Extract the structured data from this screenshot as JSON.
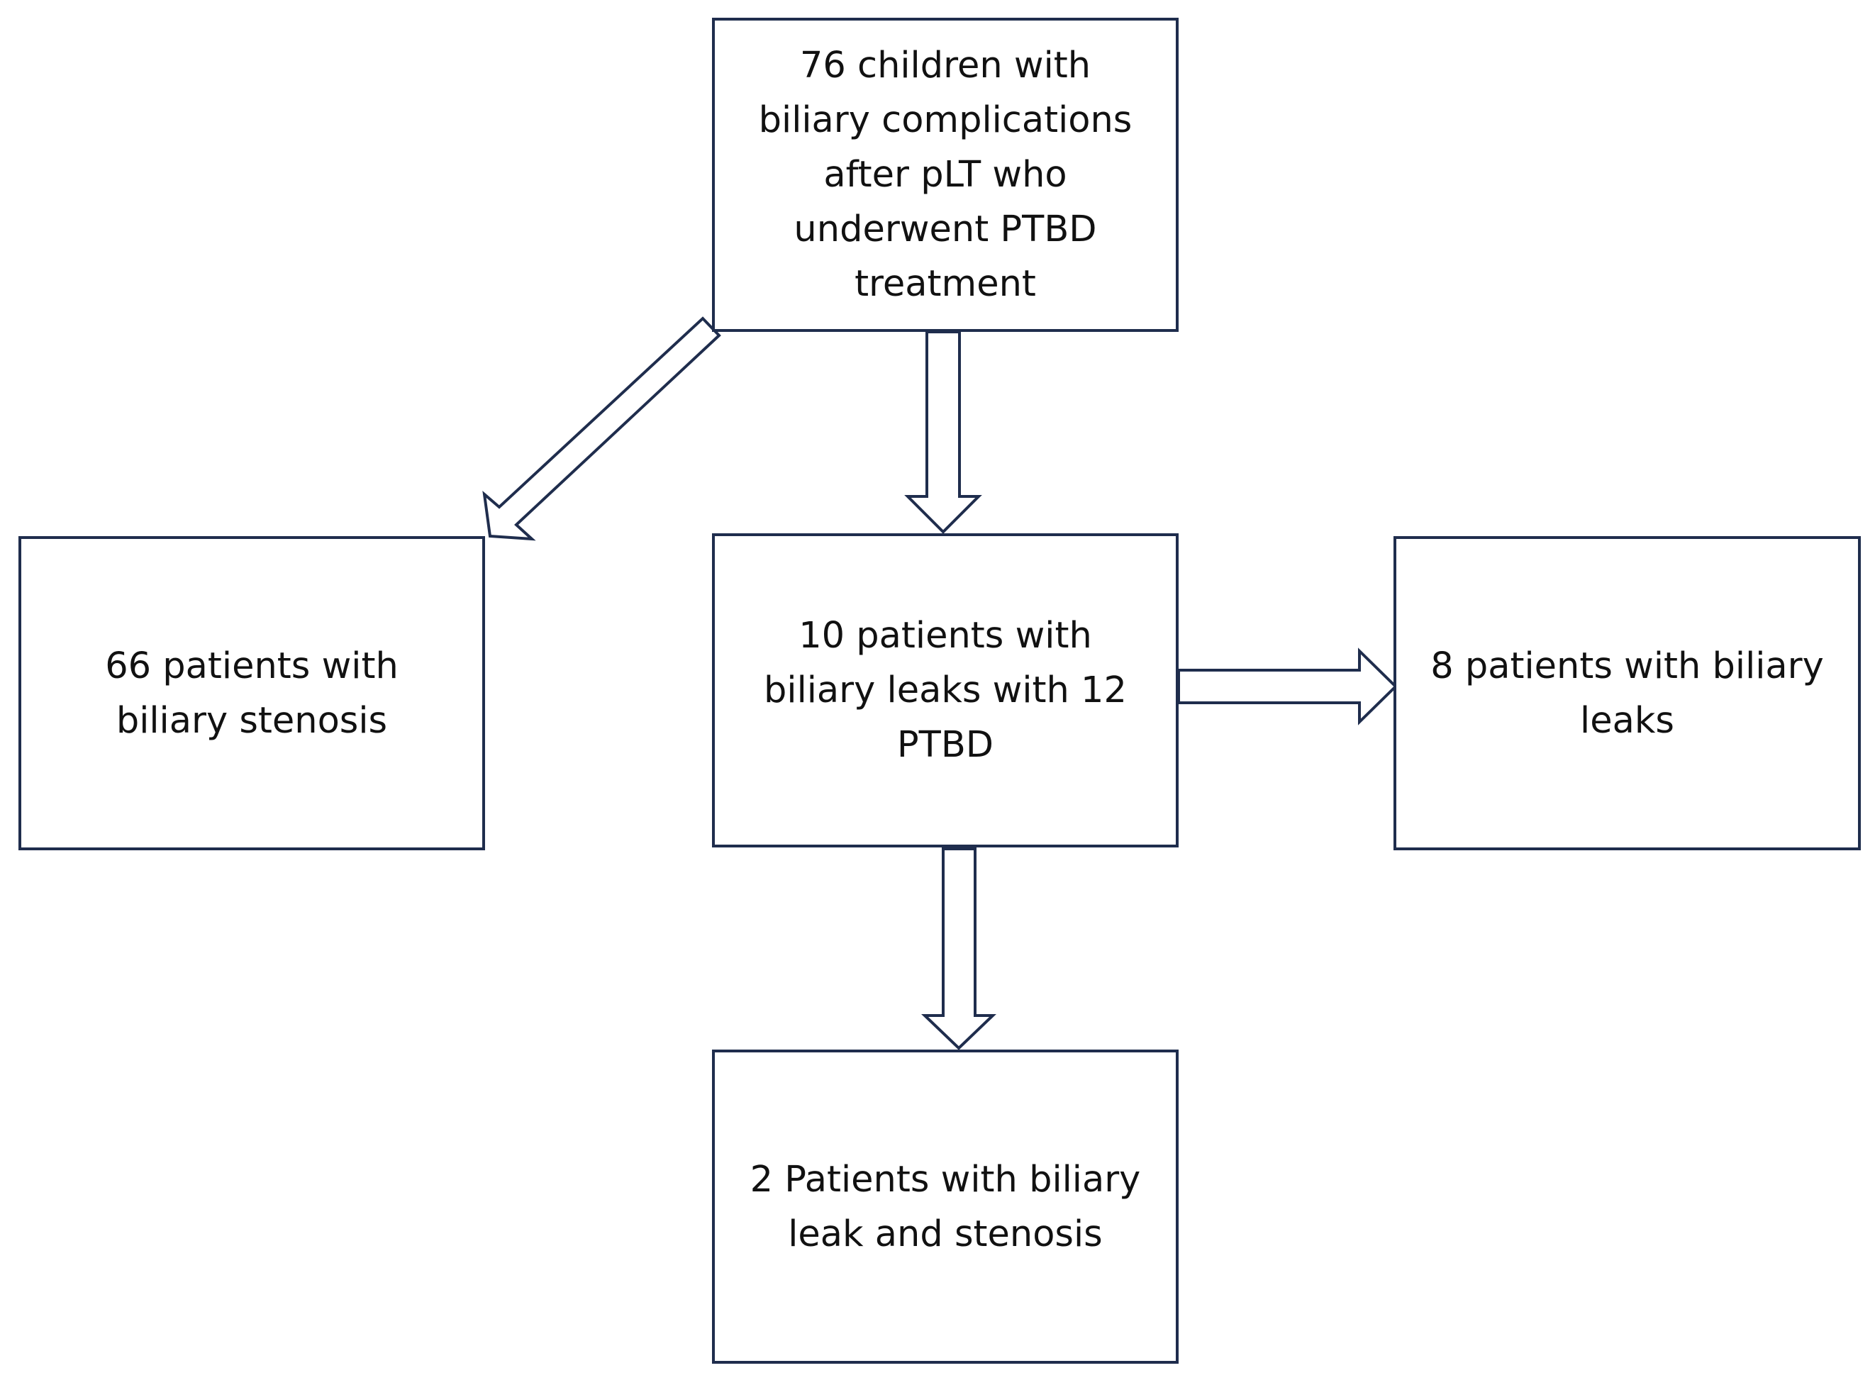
{
  "diagram": {
    "colors": {
      "stroke": "#1f2d4d",
      "fill": "#ffffff",
      "text": "#111111"
    },
    "nodes": {
      "top": {
        "lines": [
          "76 children with",
          "biliary complications",
          "after pLT who",
          "underwent PTBD",
          "treatment"
        ]
      },
      "left": {
        "lines": [
          "66 patients with",
          "biliary stenosis"
        ]
      },
      "center": {
        "lines": [
          "10 patients with",
          "biliary leaks with 12",
          "PTBD"
        ]
      },
      "right": {
        "lines": [
          "8 patients with biliary",
          "leaks"
        ]
      },
      "bottom": {
        "lines": [
          "2 Patients with biliary",
          "leak and stenosis"
        ]
      }
    },
    "edges": [
      {
        "from": "top",
        "to": "left"
      },
      {
        "from": "top",
        "to": "center"
      },
      {
        "from": "center",
        "to": "right"
      },
      {
        "from": "center",
        "to": "bottom"
      }
    ]
  }
}
